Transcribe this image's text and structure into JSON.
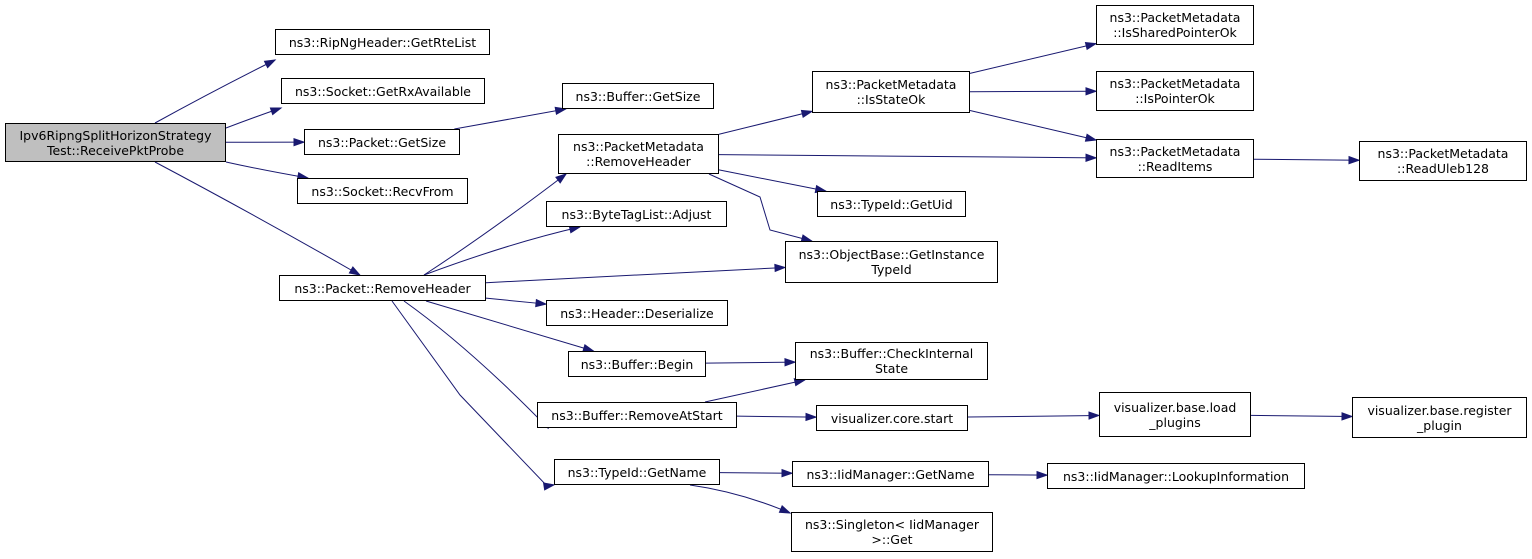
{
  "graph": {
    "title": "",
    "colors": {
      "edge": "#191970",
      "root_fill": "#bfbfbf",
      "node_fill": "#ffffff",
      "node_border": "#000000"
    },
    "nodes": [
      {
        "id": "n0",
        "lines": [
          "Ipv6RipngSplitHorizonStrategy",
          "Test::ReceivePktProbe"
        ],
        "root": true
      },
      {
        "id": "n1",
        "lines": [
          "ns3::RipNgHeader::GetRteList"
        ]
      },
      {
        "id": "n2",
        "lines": [
          "ns3::Socket::GetRxAvailable"
        ]
      },
      {
        "id": "n3",
        "lines": [
          "ns3::Packet::GetSize"
        ]
      },
      {
        "id": "n4",
        "lines": [
          "ns3::Socket::RecvFrom"
        ]
      },
      {
        "id": "n5",
        "lines": [
          "ns3::Packet::RemoveHeader"
        ]
      },
      {
        "id": "n6",
        "lines": [
          "ns3::Buffer::GetSize"
        ]
      },
      {
        "id": "n7",
        "lines": [
          "ns3::PacketMetadata",
          "::RemoveHeader"
        ]
      },
      {
        "id": "n8",
        "lines": [
          "ns3::ByteTagList::Adjust"
        ]
      },
      {
        "id": "n9",
        "lines": [
          "ns3::Header::Deserialize"
        ]
      },
      {
        "id": "n10",
        "lines": [
          "ns3::Buffer::Begin"
        ]
      },
      {
        "id": "n11",
        "lines": [
          "ns3::Buffer::RemoveAtStart"
        ]
      },
      {
        "id": "n12",
        "lines": [
          "ns3::TypeId::GetName"
        ]
      },
      {
        "id": "n13",
        "lines": [
          "ns3::PacketMetadata",
          "::IsStateOk"
        ]
      },
      {
        "id": "n14",
        "lines": [
          "ns3::TypeId::GetUid"
        ]
      },
      {
        "id": "n15",
        "lines": [
          "ns3::ObjectBase::GetInstance",
          "TypeId"
        ]
      },
      {
        "id": "n16",
        "lines": [
          "ns3::Buffer::CheckInternal",
          "State"
        ]
      },
      {
        "id": "n17",
        "lines": [
          "visualizer.core.start"
        ]
      },
      {
        "id": "n18",
        "lines": [
          "ns3::IidManager::GetName"
        ]
      },
      {
        "id": "n19",
        "lines": [
          "ns3::Singleton< IidManager",
          ">::Get"
        ]
      },
      {
        "id": "n20",
        "lines": [
          "ns3::PacketMetadata",
          "::IsSharedPointerOk"
        ]
      },
      {
        "id": "n21",
        "lines": [
          "ns3::PacketMetadata",
          "::IsPointerOk"
        ]
      },
      {
        "id": "n22",
        "lines": [
          "ns3::PacketMetadata",
          "::ReadItems"
        ]
      },
      {
        "id": "n23",
        "lines": [
          "visualizer.base.load",
          "_plugins"
        ]
      },
      {
        "id": "n24",
        "lines": [
          "ns3::IidManager::LookupInformation"
        ]
      },
      {
        "id": "n25",
        "lines": [
          "ns3::PacketMetadata",
          "::ReadUleb128"
        ]
      },
      {
        "id": "n26",
        "lines": [
          "visualizer.base.register",
          "_plugin"
        ]
      }
    ],
    "edges": [
      [
        "n0",
        "n1"
      ],
      [
        "n0",
        "n2"
      ],
      [
        "n0",
        "n3"
      ],
      [
        "n0",
        "n4"
      ],
      [
        "n0",
        "n5"
      ],
      [
        "n3",
        "n6"
      ],
      [
        "n5",
        "n7"
      ],
      [
        "n5",
        "n8"
      ],
      [
        "n5",
        "n15"
      ],
      [
        "n5",
        "n9"
      ],
      [
        "n5",
        "n10"
      ],
      [
        "n5",
        "n11"
      ],
      [
        "n5",
        "n12"
      ],
      [
        "n7",
        "n13"
      ],
      [
        "n7",
        "n22"
      ],
      [
        "n7",
        "n14"
      ],
      [
        "n7",
        "n15"
      ],
      [
        "n13",
        "n20"
      ],
      [
        "n13",
        "n21"
      ],
      [
        "n13",
        "n22"
      ],
      [
        "n22",
        "n25"
      ],
      [
        "n10",
        "n16"
      ],
      [
        "n11",
        "n16"
      ],
      [
        "n11",
        "n17"
      ],
      [
        "n17",
        "n23"
      ],
      [
        "n23",
        "n26"
      ],
      [
        "n12",
        "n18"
      ],
      [
        "n12",
        "n19"
      ],
      [
        "n18",
        "n24"
      ]
    ]
  }
}
